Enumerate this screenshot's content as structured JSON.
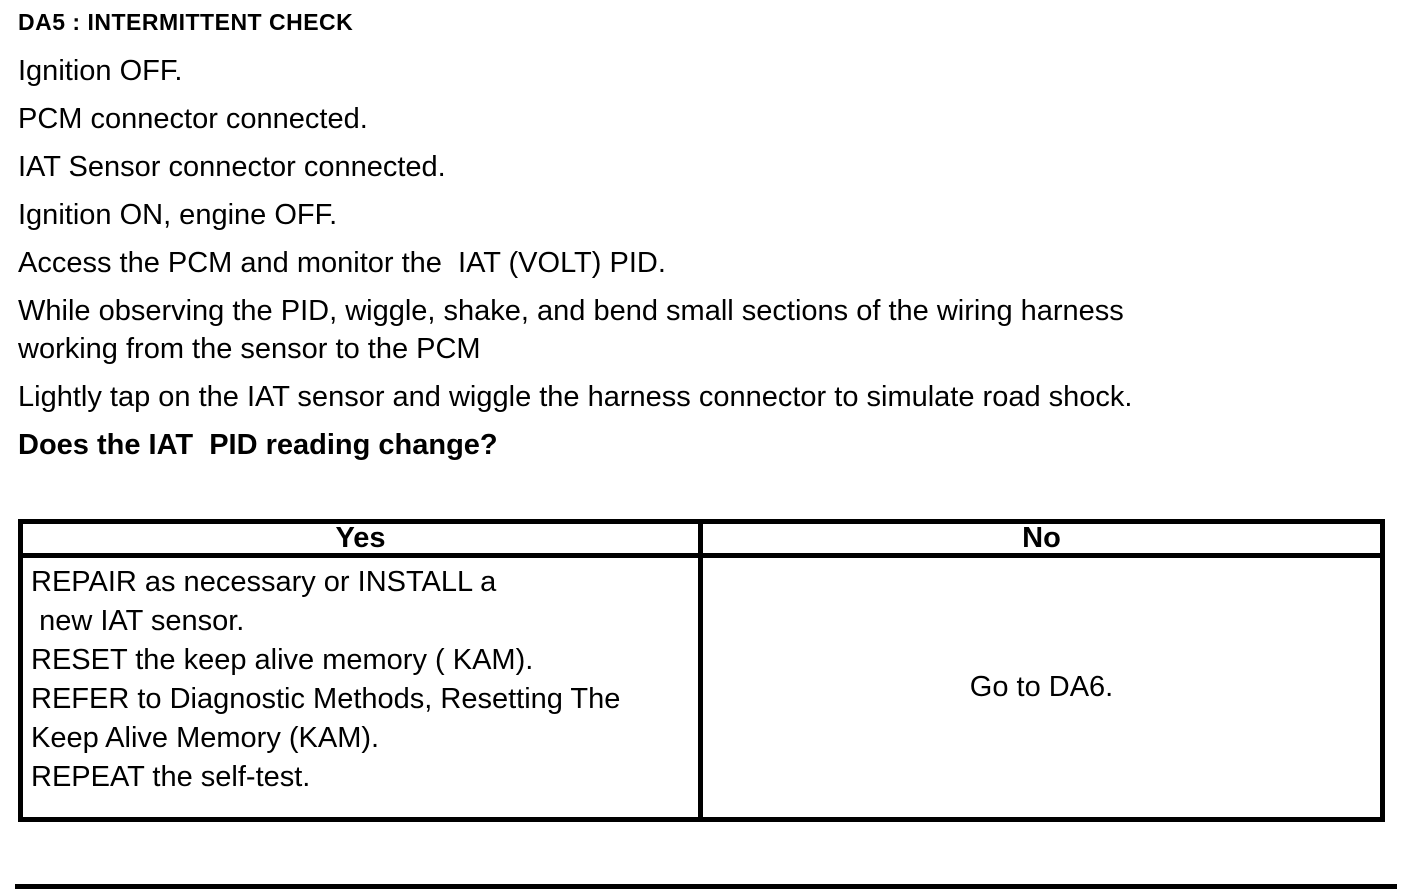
{
  "document": {
    "title": "DA5 : INTERMITTENT CHECK",
    "steps": [
      "Ignition OFF.",
      "PCM connector connected.",
      "IAT Sensor connector connected.",
      "Ignition ON, engine OFF.",
      "Access the PCM and monitor the  IAT (VOLT) PID.",
      "While observing the PID, wiggle, shake, and bend small sections of the wiring harness\nworking from the sensor to the PCM",
      "Lightly tap on the IAT sensor and wiggle the harness connector to simulate road shock."
    ],
    "question": "Does the IAT  PID reading change?",
    "decision_table": {
      "header_yes": "Yes",
      "header_no": "No",
      "yes_action_lines": [
        "REPAIR as necessary or INSTALL a",
        " new IAT sensor.",
        "RESET the keep alive memory ( KAM).",
        "REFER to Diagnostic Methods, Resetting The",
        "Keep Alive Memory (KAM).",
        "REPEAT the self-test."
      ],
      "no_action": "Go to DA6."
    },
    "colors": {
      "text": "#000000",
      "background": "#ffffff",
      "border": "#000000"
    }
  }
}
